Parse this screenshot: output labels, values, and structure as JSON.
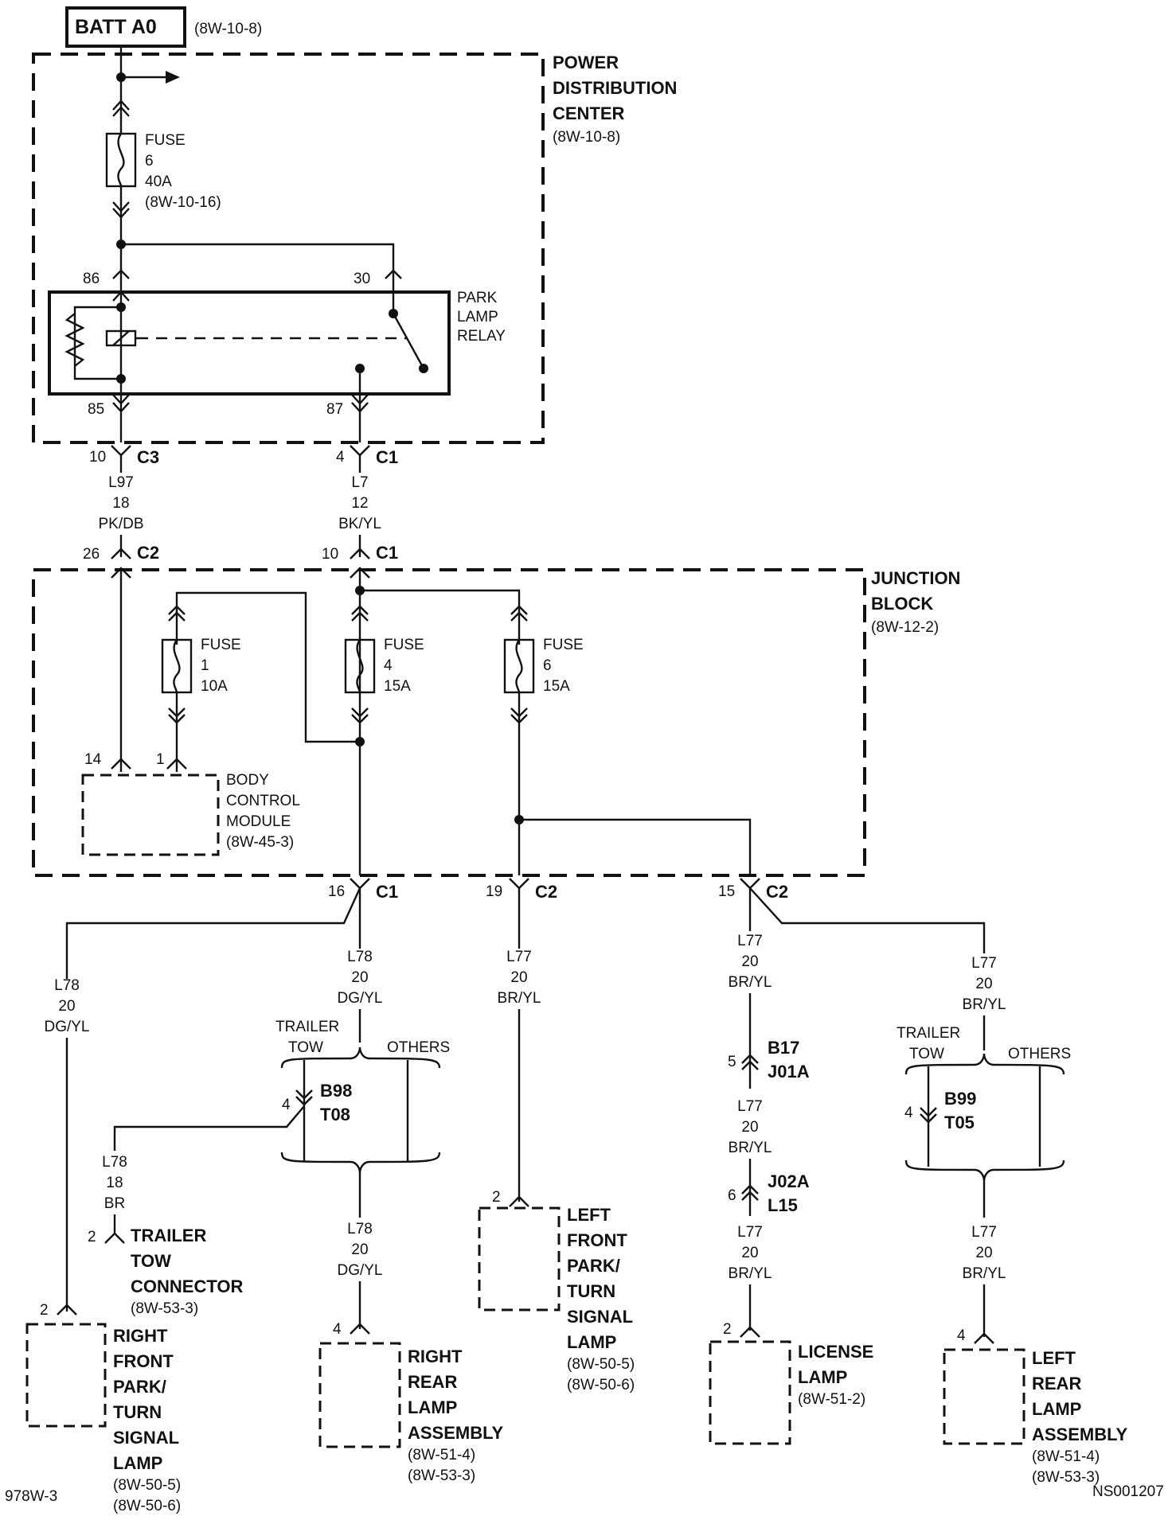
{
  "batt": {
    "label": "BATT A0",
    "ref": "(8W-10-8)"
  },
  "pdc": {
    "l1": "POWER",
    "l2": "DISTRIBUTION",
    "l3": "CENTER",
    "ref": "(8W-10-8)"
  },
  "fuse_pdc": {
    "l1": "FUSE",
    "num": "6",
    "amp": "40A",
    "ref": "(8W-10-16)"
  },
  "relay": {
    "l1": "PARK",
    "l2": "LAMP",
    "l3": "RELAY",
    "pin86": "86",
    "pin30": "30",
    "pin85": "85",
    "pin87": "87"
  },
  "conn_c3_top": {
    "pin": "10",
    "name": "C3"
  },
  "conn_c1_top": {
    "pin": "4",
    "name": "C1"
  },
  "wire_l97": {
    "circuit": "L97",
    "gauge": "18",
    "color": "PK/DB"
  },
  "wire_l7": {
    "circuit": "L7",
    "gauge": "12",
    "color": "BK/YL"
  },
  "conn_c2_jb": {
    "pin": "26",
    "name": "C2"
  },
  "conn_c1_jb": {
    "pin": "10",
    "name": "C1"
  },
  "jb": {
    "l1": "JUNCTION",
    "l2": "BLOCK",
    "ref": "(8W-12-2)"
  },
  "fuse1": {
    "l1": "FUSE",
    "num": "1",
    "amp": "10A"
  },
  "fuse4": {
    "l1": "FUSE",
    "num": "4",
    "amp": "15A"
  },
  "fuse6": {
    "l1": "FUSE",
    "num": "6",
    "amp": "15A"
  },
  "bcm": {
    "pin14": "14",
    "pin1": "1",
    "l1": "BODY",
    "l2": "CONTROL",
    "l3": "MODULE",
    "ref": "(8W-45-3)"
  },
  "out_c1": {
    "pin": "16",
    "name": "C1"
  },
  "out_c2a": {
    "pin": "19",
    "name": "C2"
  },
  "out_c2b": {
    "pin": "15",
    "name": "C2"
  },
  "w_l78_left": {
    "circuit": "L78",
    "gauge": "20",
    "color": "DG/YL"
  },
  "w_l78_mid": {
    "circuit": "L78",
    "gauge": "20",
    "color": "DG/YL"
  },
  "w_l77_a": {
    "circuit": "L77",
    "gauge": "20",
    "color": "BR/YL"
  },
  "w_l77_b": {
    "circuit": "L77",
    "gauge": "20",
    "color": "BR/YL"
  },
  "w_l77_c": {
    "circuit": "L77",
    "gauge": "20",
    "color": "BR/YL"
  },
  "opt_mid": {
    "left1": "TRAILER",
    "left2": "TOW",
    "right": "OTHERS"
  },
  "opt_right": {
    "left1": "TRAILER",
    "left2": "TOW",
    "right": "OTHERS"
  },
  "b98": {
    "pin": "4",
    "l1": "B98",
    "l2": "T08"
  },
  "b99": {
    "pin": "4",
    "l1": "B99",
    "l2": "T05"
  },
  "b17": {
    "pin": "5",
    "l1": "B17",
    "l2": "J01A"
  },
  "j02a": {
    "pin": "6",
    "l1": "J02A",
    "l2": "L15"
  },
  "w_l78_br": {
    "circuit": "L78",
    "gauge": "18",
    "color": "BR"
  },
  "trailer_conn": {
    "pin": "2",
    "l1": "TRAILER",
    "l2": "TOW",
    "l3": "CONNECTOR",
    "ref": "(8W-53-3)"
  },
  "w_l78_lower": {
    "circuit": "L78",
    "gauge": "20",
    "color": "DG/YL"
  },
  "w_l77_b2": {
    "circuit": "L77",
    "gauge": "20",
    "color": "BR/YL"
  },
  "w_l77_b3": {
    "circuit": "L77",
    "gauge": "20",
    "color": "BR/YL"
  },
  "w_l77_c2": {
    "circuit": "L77",
    "gauge": "20",
    "color": "BR/YL"
  },
  "rfp": {
    "pin": "2",
    "l1": "RIGHT",
    "l2": "FRONT",
    "l3": "PARK/",
    "l4": "TURN",
    "l5": "SIGNAL",
    "l6": "LAMP",
    "ref1": "(8W-50-5)",
    "ref2": "(8W-50-6)"
  },
  "rra": {
    "pin": "4",
    "l1": "RIGHT",
    "l2": "REAR",
    "l3": "LAMP",
    "l4": "ASSEMBLY",
    "ref1": "(8W-51-4)",
    "ref2": "(8W-53-3)"
  },
  "lfp": {
    "pin": "2",
    "l1": "LEFT",
    "l2": "FRONT",
    "l3": "PARK/",
    "l4": "TURN",
    "l5": "SIGNAL",
    "l6": "LAMP",
    "ref1": "(8W-50-5)",
    "ref2": "(8W-50-6)"
  },
  "lic": {
    "pin": "2",
    "l1": "LICENSE",
    "l2": "LAMP",
    "ref": "(8W-51-2)"
  },
  "lra": {
    "pin": "4",
    "l1": "LEFT",
    "l2": "REAR",
    "l3": "LAMP",
    "l4": "ASSEMBLY",
    "ref1": "(8W-51-4)",
    "ref2": "(8W-53-3)"
  },
  "footer": {
    "left": "978W-3",
    "right": "NS001207"
  }
}
